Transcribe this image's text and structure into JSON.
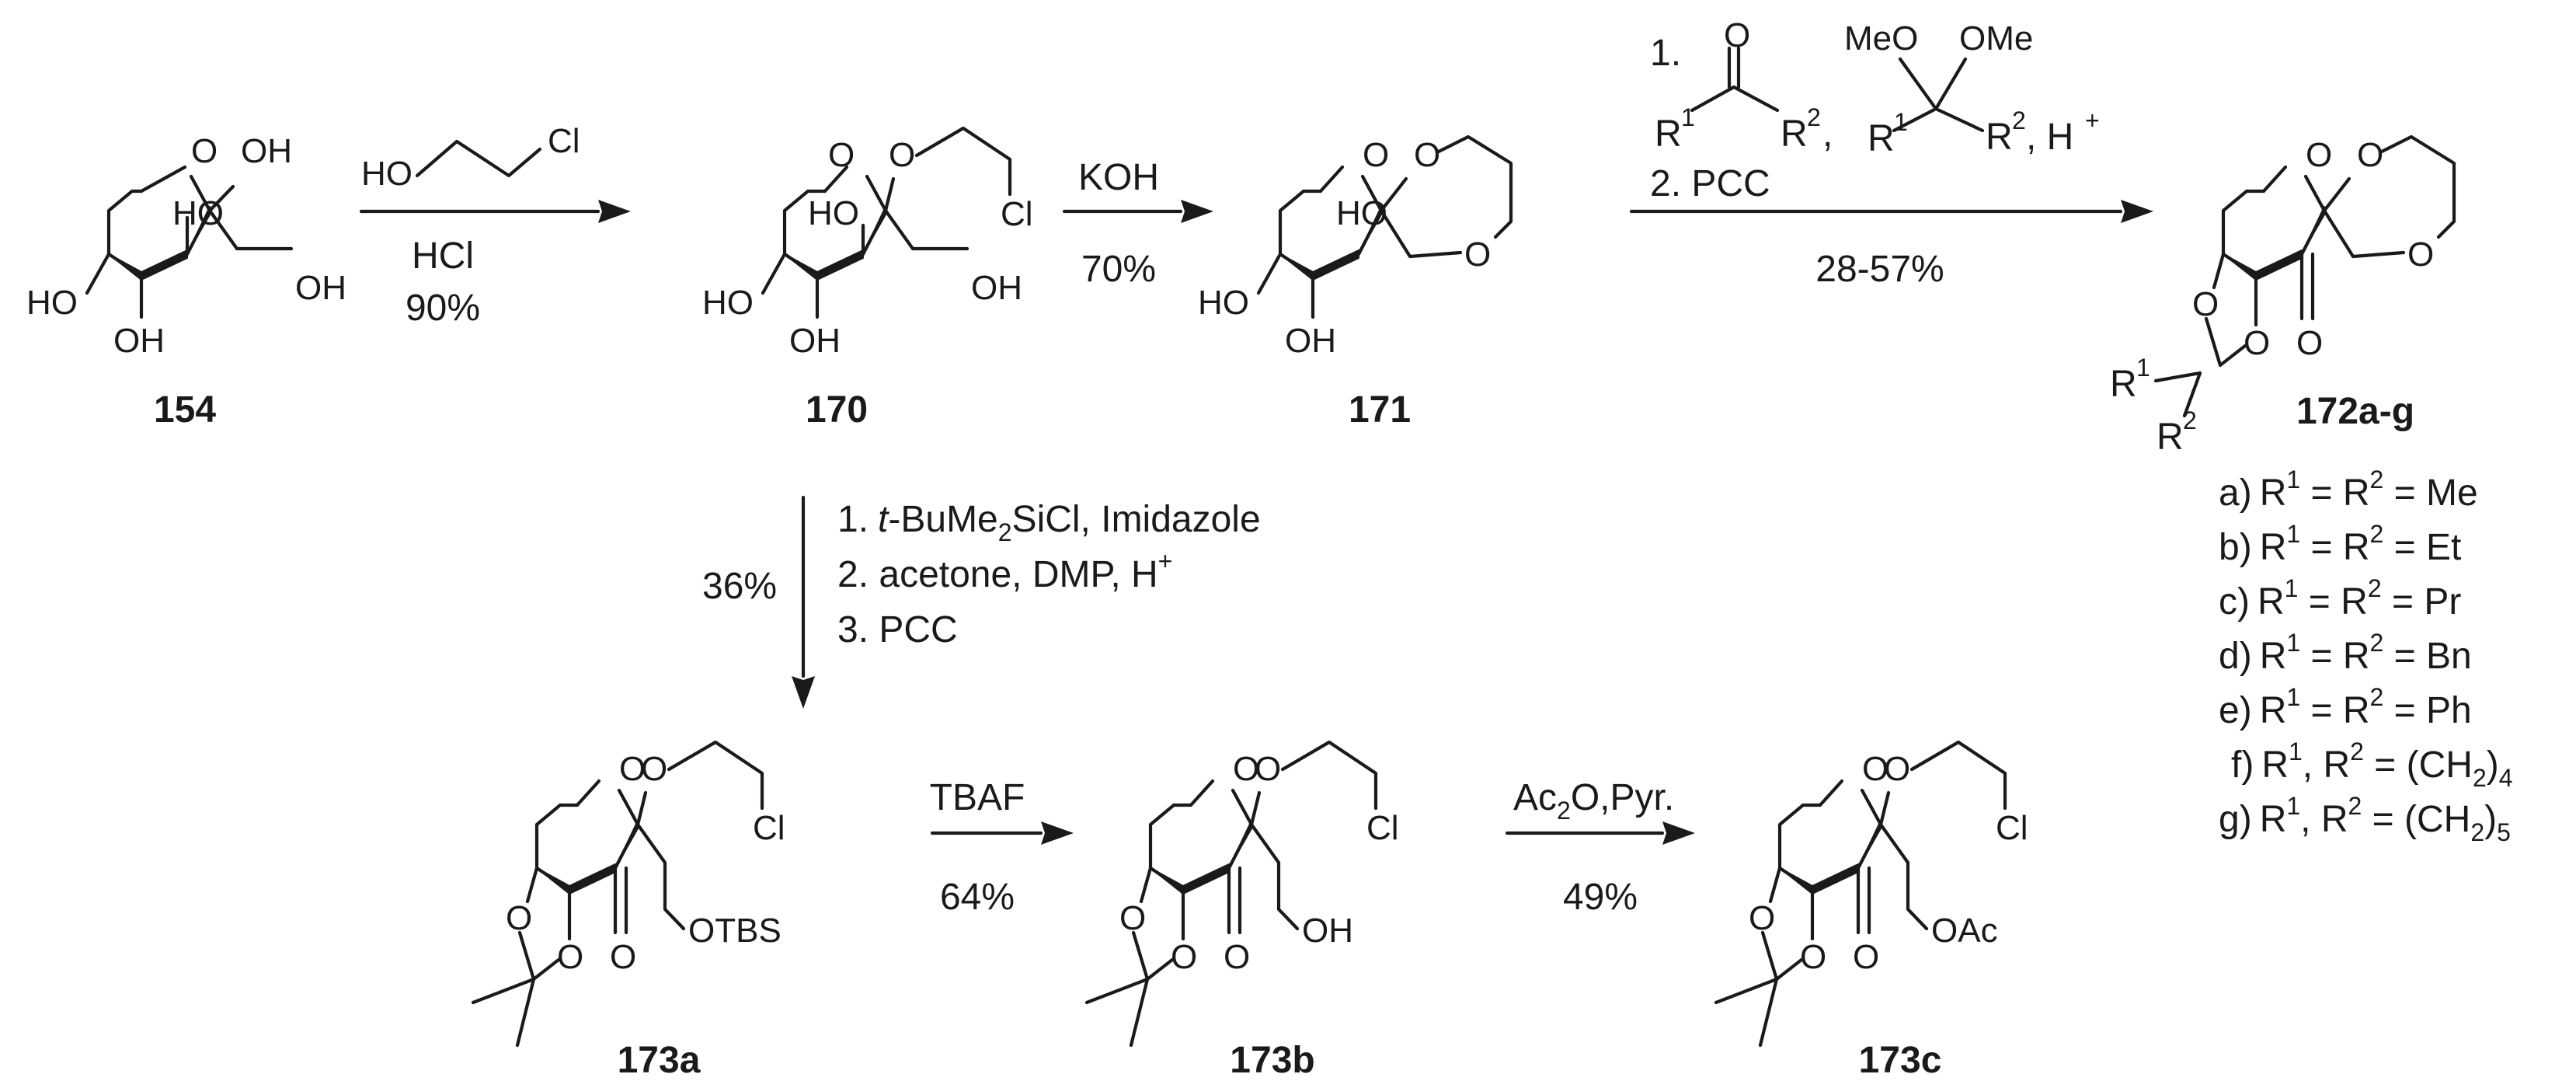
{
  "atoms": {
    "o": "O",
    "oh": "OH",
    "ho": "HO",
    "cl": "Cl",
    "otbs": "OTBS",
    "oac": "OAc",
    "meo": "MeO",
    "ome": "OMe"
  },
  "compounds": {
    "c154": "154",
    "c170": "170",
    "c171": "171",
    "c172": "172a-g",
    "c173a": "173a",
    "c173b": "173b",
    "c173c": "173c"
  },
  "reagents": {
    "hcl": "HCl",
    "yield_90": "90%",
    "koh": "KOH",
    "yield_70": "70%",
    "step_1": "1.",
    "step_2_pcc": "2. PCC",
    "yield_28_57": "28-57%",
    "step_a1_pre": "1.",
    "step_a1_mid": "-BuMe",
    "step_a1_tail": "SiCl, Imidazole",
    "step_a2": "2. acetone, DMP, H",
    "step_a3": "3. PCC",
    "yield_36": "36%",
    "tbaf": "TBAF",
    "yield_64": "64%",
    "ac2o_pre": "Ac",
    "ac2o_mid": "O,Pyr.",
    "yield_49": "49%",
    "t": "t",
    "two": "2"
  },
  "r_symbols": {
    "r": "R",
    "one": "1",
    "two": "2",
    "comma": ",",
    "h_plus": ", H",
    "plus": "+"
  },
  "substituents": [
    {
      "letter": "a)",
      "r_eq": " = R",
      "value": " = Me"
    },
    {
      "letter": "b)",
      "r_eq": " = R",
      "value": " = Et"
    },
    {
      "letter": "c)",
      "r_eq": " = R",
      "value": " = Pr"
    },
    {
      "letter": "d)",
      "r_eq": " = R",
      "value": " = Bn"
    },
    {
      "letter": "e)",
      "r_eq": " = R",
      "value": " = Ph"
    },
    {
      "letter": "f)",
      "r_eq": ", R",
      "value": " = (CH",
      "sub": "2",
      "tail": ")",
      "n": "4"
    },
    {
      "letter": "g)",
      "r_eq": ", R",
      "value": " = (CH",
      "sub": "2",
      "tail": ")",
      "n": "5"
    }
  ]
}
